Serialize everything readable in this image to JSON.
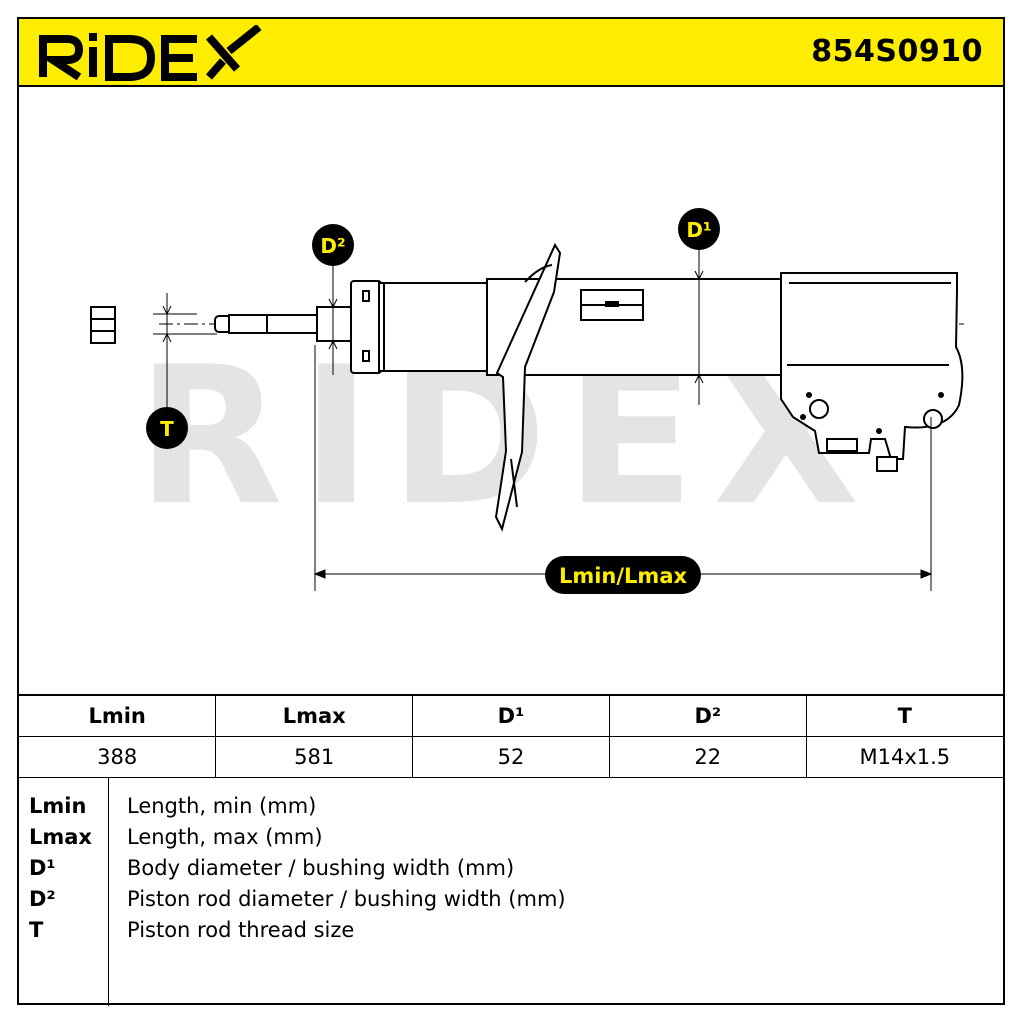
{
  "brand": "RIDEX",
  "part_number": "854S0910",
  "watermark": "RIDEX",
  "drawing": {
    "label_d2": "D²",
    "label_d1": "D¹",
    "label_t": "T",
    "label_length": "Lmin/Lmax"
  },
  "table": {
    "headers": [
      "Lmin",
      "Lmax",
      "D¹",
      "D²",
      "T"
    ],
    "values": [
      "388",
      "581",
      "52",
      "22",
      "M14x1.5"
    ]
  },
  "legend": [
    {
      "key": "Lmin",
      "desc": "Length, min (mm)"
    },
    {
      "key": "Lmax",
      "desc": "Length, max (mm)"
    },
    {
      "key": "D¹",
      "desc": "Body diameter / bushing width (mm)"
    },
    {
      "key": "D²",
      "desc": "Piston rod diameter / bushing width (mm)"
    },
    {
      "key": "T",
      "desc": "Piston rod thread size"
    }
  ],
  "colors": {
    "accent": "#ffed00",
    "watermark": "#e4e4e4",
    "ink": "#000000"
  }
}
